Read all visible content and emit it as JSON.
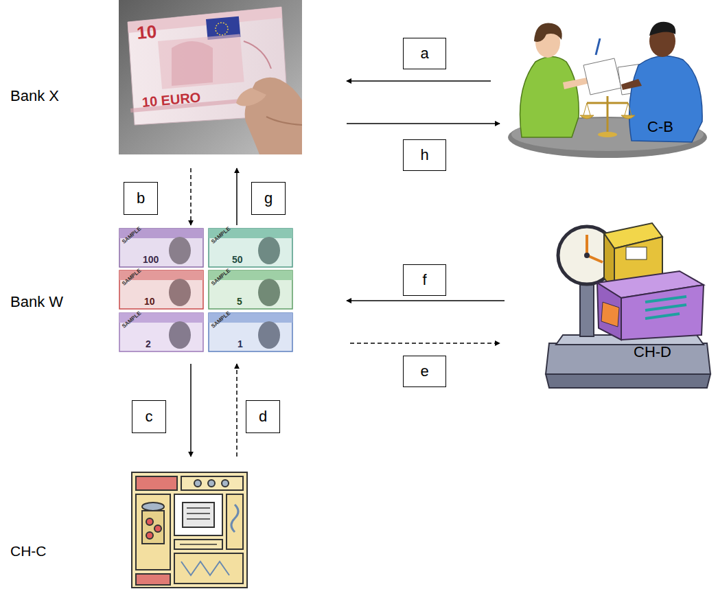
{
  "diagram": {
    "nodes": [
      {
        "text": [
          "Bank X"
        ]
      },
      {
        "text": [
          "C-B"
        ]
      },
      {
        "text": [
          "Bank W"
        ]
      },
      {
        "text": [
          "CH-D"
        ]
      },
      {
        "text": [
          "CH-C"
        ]
      }
    ],
    "edges": [
      {
        "from": 1,
        "to": 0,
        "label": "a",
        "arrow": "to"
      },
      {
        "from": 0,
        "to": 1,
        "label": "h",
        "arrow": "to"
      },
      {
        "from": 0,
        "to": 2,
        "label": "b",
        "arrow": "to"
      },
      {
        "from": 2,
        "to": 0,
        "label": "g",
        "arrow": "to"
      },
      {
        "from": 3,
        "to": 2,
        "label": "f",
        "arrow": "to"
      },
      {
        "from": 2,
        "to": 3,
        "label": "e",
        "arrow": "to"
      },
      {
        "from": 2,
        "to": 4,
        "label": "c",
        "arrow": "to"
      },
      {
        "from": 4,
        "to": 2,
        "label": "d",
        "arrow": "to"
      }
    ],
    "labels": [
      "10",
      "10 EURO",
      "100",
      "50",
      "10",
      "5",
      "2",
      "1",
      "SAMPLE",
      "SAMPLE",
      "SAMPLE",
      "SAMPLE",
      "SAMPLE",
      "SAMPLE"
    ]
  }
}
